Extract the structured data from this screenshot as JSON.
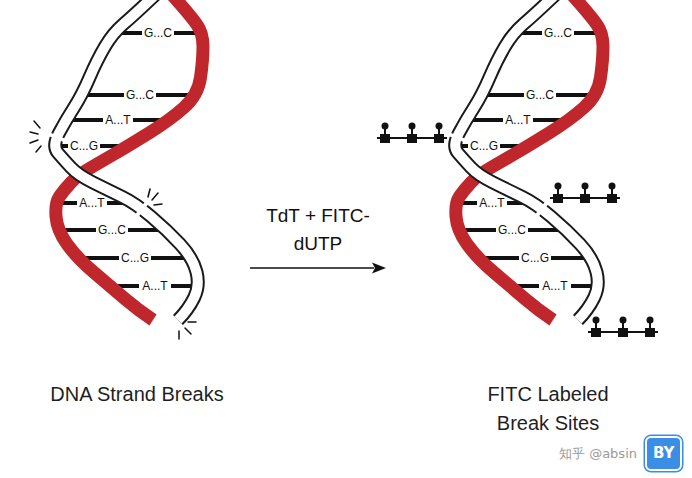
{
  "diagram": {
    "nodes": [
      {
        "text": [
          "DNA Strand Breaks"
        ]
      },
      {
        "text": [
          "FITC Labeled Break Sites"
        ]
      },
      {
        "text": [
          "BY"
        ]
      }
    ],
    "edges": [
      {
        "from": 0,
        "to": 1,
        "arrow": "to",
        "label": "TdT + FITC-dUTP"
      }
    ],
    "labels": [
      "G...C",
      "G...C",
      "A...T",
      "C...G",
      "A...T",
      "G...C",
      "C...G",
      "A...T",
      "G...C",
      "G...C",
      "A...T",
      "C...G",
      "A...T",
      "G...C",
      "C...G",
      "A...T",
      "知乎 @absin"
    ]
  }
}
